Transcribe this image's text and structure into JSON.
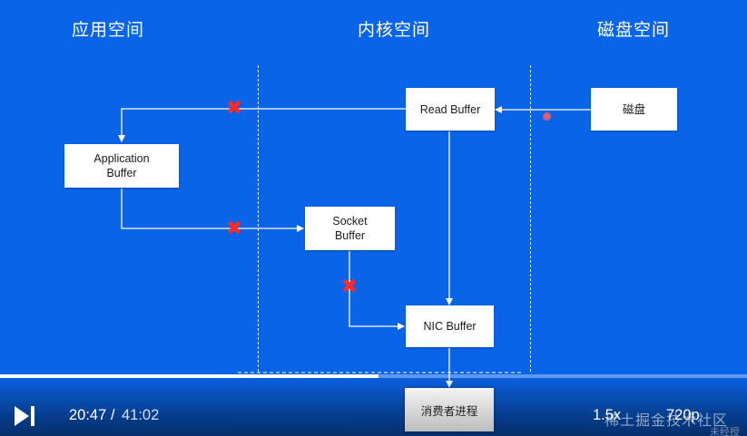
{
  "diagram": {
    "columns": {
      "user_space": "应用空间",
      "kernel_space": "内核空间",
      "disk_space": "磁盘空间"
    },
    "boxes": {
      "read_buffer": "Read Buffer",
      "disk": "磁盘",
      "application_buffer": [
        "Application",
        "Buffer"
      ],
      "socket_buffer": [
        "Socket",
        "Buffer"
      ],
      "nic_buffer": "NIC Buffer",
      "consumer_process": "消费者进程"
    },
    "colors": {
      "background": "#0a64e8",
      "blocked_mark": "#ff2a2a"
    }
  },
  "player": {
    "current_time": "20:47",
    "separator": " /",
    "duration": " 41:02",
    "progress": 0.507,
    "speed": "1.5x",
    "quality": "720p",
    "play_next_icon": "play-next-icon"
  },
  "watermark": {
    "text": "稀土掘金技术社区",
    "sub": "未经授"
  }
}
